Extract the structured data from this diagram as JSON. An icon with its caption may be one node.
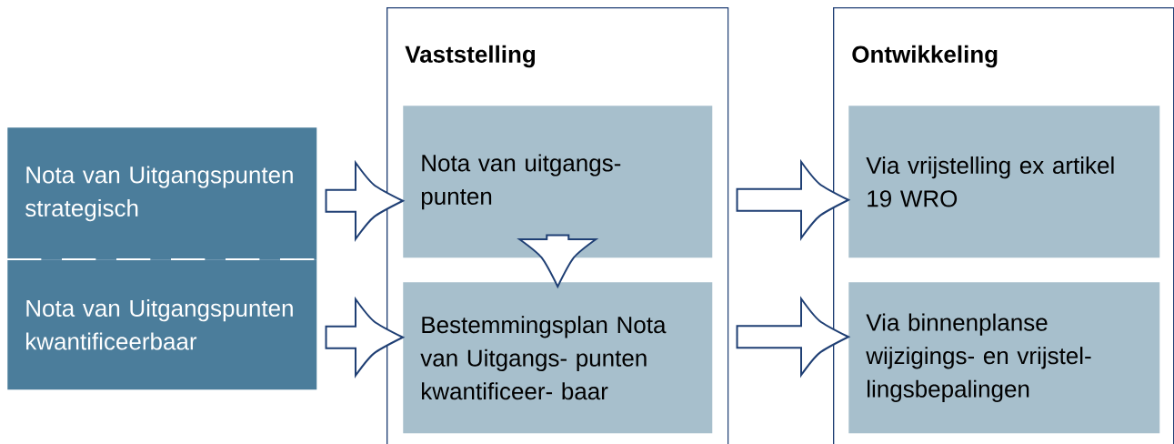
{
  "diagram": {
    "nodes": [
      {
        "text": [
          "Nota van Uitgangspunten strategisch"
        ]
      },
      {
        "text": [
          "Nota van Uitgangspunten kwantificeerbaar"
        ]
      },
      {
        "text": [
          "Vaststelling"
        ]
      },
      {
        "text": [
          "Nota van uitgangs- punten"
        ],
        "in": 2
      },
      {
        "text": [
          "Bestemmingsplan Nota van Uitgangs- punten kwantificeer- baar"
        ],
        "in": 2
      },
      {
        "text": [
          "Ontwikkeling"
        ]
      },
      {
        "text": [
          "Via vrijstelling ex artikel 19 WRO"
        ],
        "in": 5
      },
      {
        "text": [
          "Via binnenplanse wijzigings- en vrijstel- lingsbepalingen"
        ],
        "in": 5
      }
    ],
    "edges": [
      {
        "from": 0,
        "to": 3,
        "arrow": "to"
      },
      {
        "from": 1,
        "to": 4,
        "arrow": "to"
      },
      {
        "from": 3,
        "to": 4,
        "arrow": "to"
      },
      {
        "from": 3,
        "to": 6,
        "arrow": "to"
      },
      {
        "from": 4,
        "to": 7,
        "arrow": "to"
      }
    ]
  }
}
